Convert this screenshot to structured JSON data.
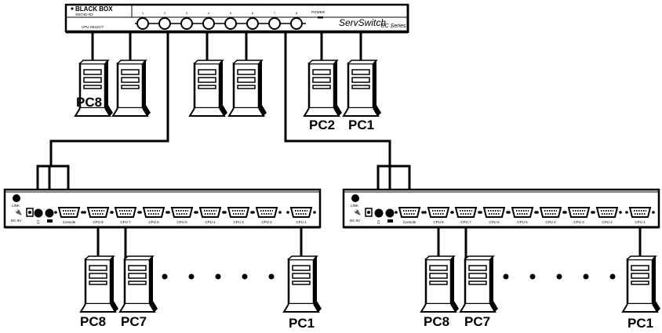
{
  "master_switch": {
    "brand": "BLACK BOX",
    "model": "SW74D-R2",
    "cpu_select_label": "CPU SELECT",
    "power_label": "POWER",
    "port_numbers": [
      "1",
      "2",
      "3",
      "4",
      "5",
      "6",
      "7",
      "8"
    ],
    "series_name": "ServSwitch",
    "series_suffix": "EC Series"
  },
  "master_pcs": {
    "pc8": "PC8",
    "pc2": "PC2",
    "pc1": "PC1"
  },
  "slave_switch": {
    "link_label": "LINK",
    "dc_label": "DC 9V",
    "console_label": "Console",
    "cpu_ports": [
      "CPU 8",
      "CPU 7",
      "CPU 6",
      "CPU 5",
      "CPU 4",
      "CPU 3",
      "CPU 2",
      "CPU 1"
    ]
  },
  "left_slave_pcs": {
    "pc8": "PC8",
    "pc7": "PC7",
    "pc1": "PC1"
  },
  "right_slave_pcs": {
    "pc8": "PC8",
    "pc7": "PC7",
    "pc1": "PC1"
  }
}
